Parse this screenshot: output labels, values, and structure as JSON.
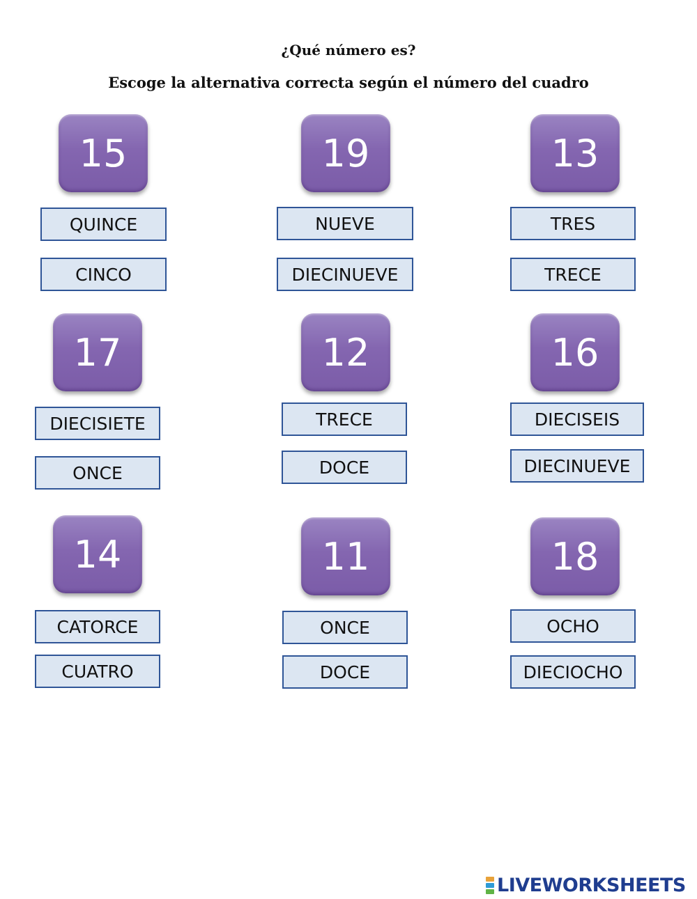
{
  "heading": {
    "question": "¿Qué número es?",
    "instruction": "Escoge la alternativa correcta según el número del cuadro"
  },
  "items": [
    {
      "number": "15",
      "options": [
        "QUINCE",
        "CINCO"
      ]
    },
    {
      "number": "19",
      "options": [
        "NUEVE",
        "DIECINUEVE"
      ]
    },
    {
      "number": "13",
      "options": [
        "TRES",
        "TRECE"
      ]
    },
    {
      "number": "17",
      "options": [
        "DIECISIETE",
        "ONCE"
      ]
    },
    {
      "number": "12",
      "options": [
        "TRECE",
        "DOCE"
      ]
    },
    {
      "number": "16",
      "options": [
        "DIECISEIS",
        "DIECINUEVE"
      ]
    },
    {
      "number": "14",
      "options": [
        "CATORCE",
        "CUATRO"
      ]
    },
    {
      "number": "11",
      "options": [
        "ONCE",
        "DOCE"
      ]
    },
    {
      "number": "18",
      "options": [
        "OCHO",
        "DIECIOCHO"
      ]
    }
  ],
  "colors": {
    "number_tile": "#8466b0",
    "option_fill": "#dce6f2",
    "option_border": "#2f5597",
    "logo_text": "#1f3d8f"
  },
  "footer": {
    "logo_text": "LIVEWORKSHEETS"
  }
}
